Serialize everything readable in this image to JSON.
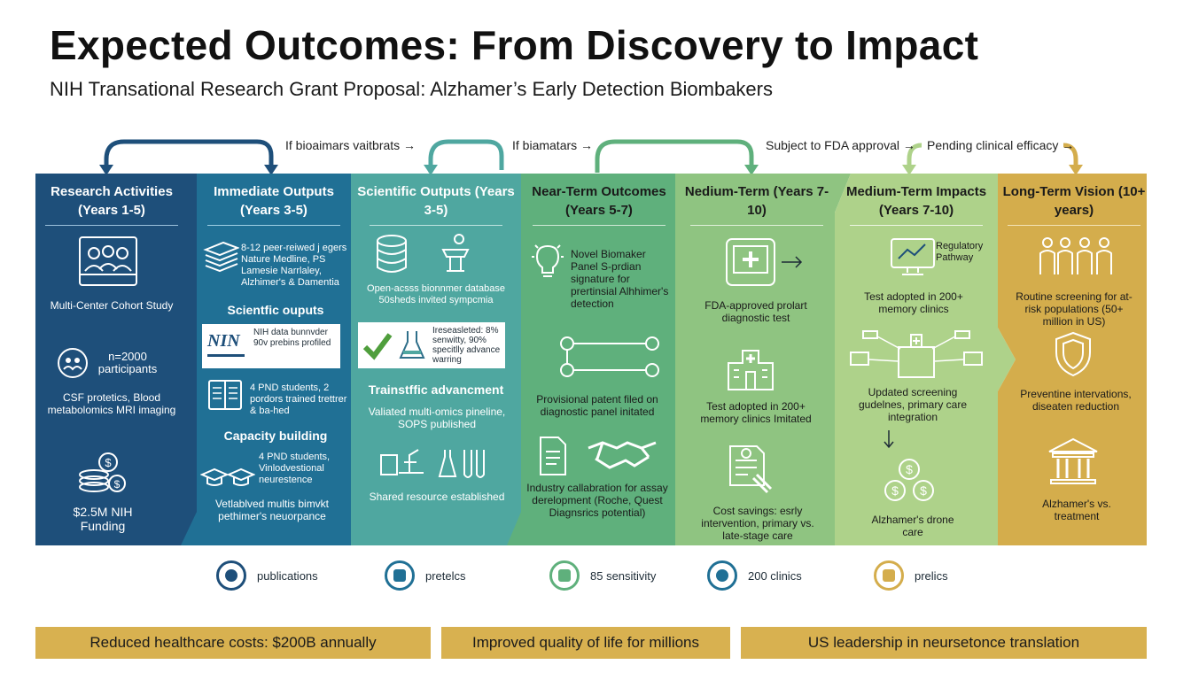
{
  "header": {
    "title": "Expected Outcomes: From Discovery to Impact",
    "subtitle": "NIH Transational Research Grant Proposal: Alzhamer’s Early Detection Biombakers"
  },
  "notes": [
    "If bioaimars vaitbrats →",
    "If biamatars →",
    "Subject to FDA approval →",
    "Pending clinical efficacy →"
  ],
  "columns": [
    {
      "heading": "Research Activities (Years 1-5)",
      "color": "#1e4f7a",
      "items": [
        "Multi-Center Cohort Study",
        "n=2000 participants",
        "CSF protetics, Blood metabolomics MRI imaging",
        "$2.5M NIH Funding"
      ]
    },
    {
      "heading": "Immediate Outputs (Years 3-5)",
      "color": "#207095",
      "items": [
        "8-12 peer-reiwed j egers Nature Medline, PS Lamesie Narrlaley, Alzhimer's & Damentia",
        "Scientfic ouputs",
        "NIH data bunnvder 90v prebins profiled",
        "4 PND students, 2 pordors trained trettrer & ba-hed",
        "Capacity building",
        "4 PND students, Vinlodvestional neurestence",
        "Vetlablved multis bimvkt pethimer's neuorpance"
      ]
    },
    {
      "heading": "Scientific Outputs (Years 3-5)",
      "color": "#4fa7a0",
      "items": [
        "Open-acsss bionnmer database 50sheds invited sympcmia",
        "Ireseasleted: 8% senwitty, 90% specitlly advance warring",
        "Trainstffic advancment",
        "Valiated multi-omics pineline, SOPS published",
        "Shared resource established"
      ]
    },
    {
      "heading": "Near-Term Outcomes (Years 5-7)",
      "color": "#5fb07c",
      "items": [
        "Novel Biomaker Panel S-prdian signature for prertinsial Alhhimer's detection",
        "Provisional patent filed on diagnostic panel initated",
        "Industry callabration for assay derelopment (Roche, Quest Diagnsrics potential)"
      ]
    },
    {
      "heading": "Nedium-Term (Years 7-10)",
      "color": "#8fc481",
      "items": [
        "FDA-approved prolart diagnostic test",
        "Test adopted in 200+ memory clinics Imitated",
        "Cost savings: esrly intervention, primary vs. late-stage care"
      ]
    },
    {
      "heading": "Medium-Term Impacts (Years 7-10)",
      "color": "#aed28a",
      "items": [
        "Regulatory Pathway",
        "Test adopted in 200+ memory clinics",
        "Updated screening gudelnes, primary care integration",
        "Alzhamer's drone care"
      ]
    },
    {
      "heading": "Long-Term Vision (10+ years)",
      "color": "#d4ad4c",
      "items": [
        "Routine screening for at-risk populations (50+ million in US)",
        "Preventine intervations, diseaten reduction",
        "Alzhamer's vs. treatment"
      ]
    }
  ],
  "logo_text": "NIN",
  "legend": [
    {
      "label": "publications",
      "color": "#1e4f7a",
      "icon": "person-icon"
    },
    {
      "label": "pretelcs",
      "color": "#207095",
      "icon": "document-icon"
    },
    {
      "label": "85 sensitivity",
      "color": "#5fb07c",
      "icon": "flask-icon"
    },
    {
      "label": "200 clinics",
      "color": "#207095",
      "icon": "brain-icon"
    },
    {
      "label": "prelics",
      "color": "#d4ad4c",
      "icon": "building-icon"
    }
  ],
  "impact_bars": [
    "Reduced healthcare costs: $200B annually",
    "Improved quality of life for millions",
    "US leadership in neursetonce translation"
  ]
}
